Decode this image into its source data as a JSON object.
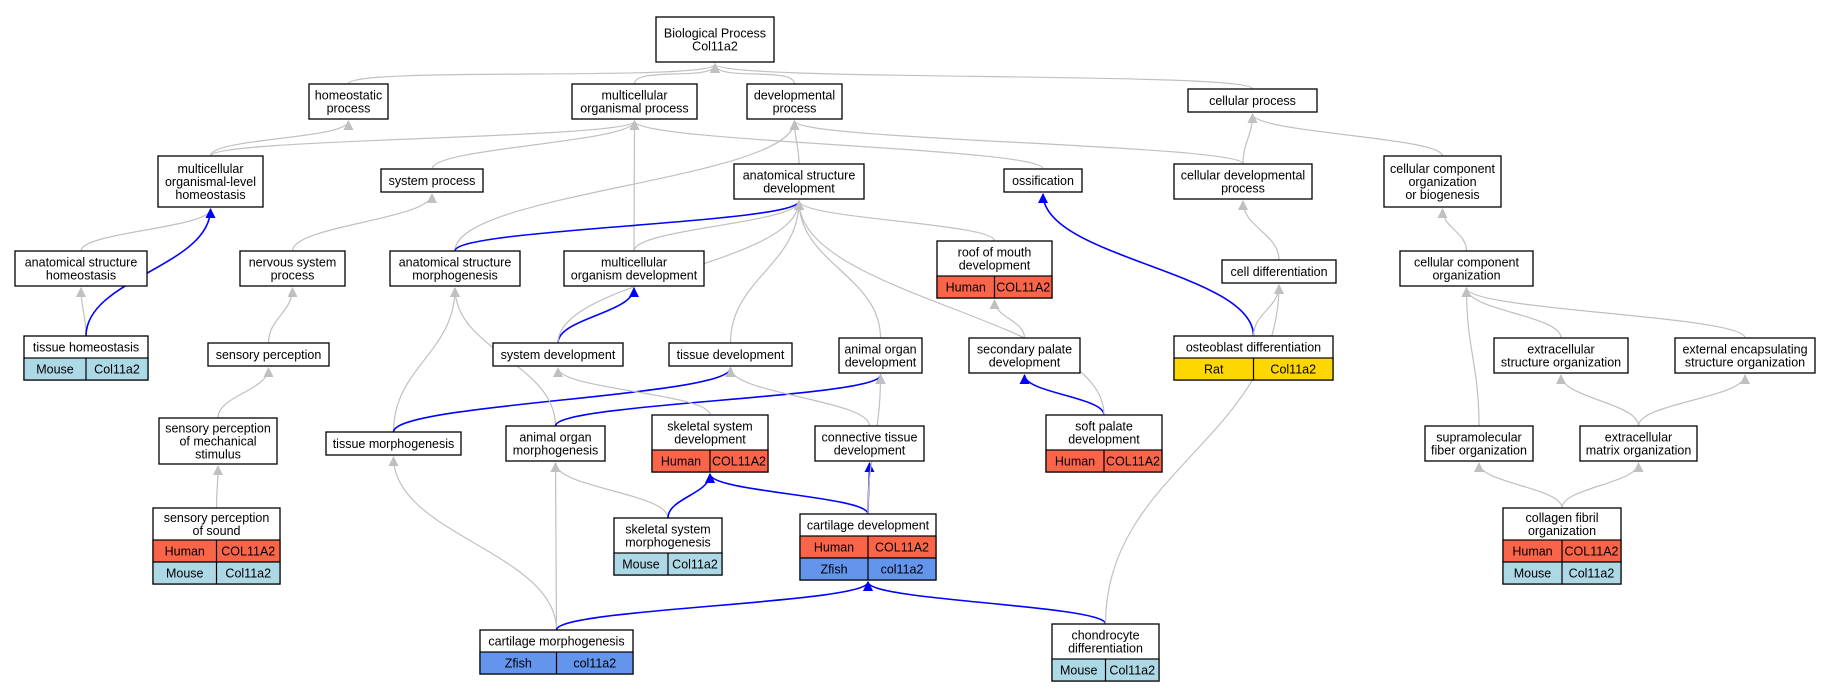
{
  "diagram": {
    "colors": {
      "human": "#fa6449",
      "mouse": "#add8e6",
      "rat": "#ffd700",
      "zfish": "#6495ed",
      "gray_edge": "#c0c0c0",
      "blue_edge": "#0000ff"
    },
    "nodes": [
      {
        "id": "bp",
        "lines": [
          "Biological Process",
          "Col11a2"
        ]
      },
      {
        "id": "homeostatic",
        "lines": [
          "homeostatic",
          "process"
        ]
      },
      {
        "id": "mcop",
        "lines": [
          "multicellular",
          "organismal process"
        ]
      },
      {
        "id": "devproc",
        "lines": [
          "developmental",
          "process"
        ]
      },
      {
        "id": "cellproc",
        "lines": [
          "cellular process"
        ]
      },
      {
        "id": "mcoh",
        "lines": [
          "multicellular",
          "organismal-level",
          "homeostasis"
        ]
      },
      {
        "id": "sysproc",
        "lines": [
          "system process"
        ]
      },
      {
        "id": "asd",
        "lines": [
          "anatomical structure",
          "development"
        ]
      },
      {
        "id": "ossif",
        "lines": [
          "ossification"
        ]
      },
      {
        "id": "celldevproc",
        "lines": [
          "cellular developmental",
          "process"
        ]
      },
      {
        "id": "ccob",
        "lines": [
          "cellular component",
          "organization",
          "or biogenesis"
        ]
      },
      {
        "id": "ash",
        "lines": [
          "anatomical structure",
          "homeostasis"
        ]
      },
      {
        "id": "nsp",
        "lines": [
          "nervous system",
          "process"
        ]
      },
      {
        "id": "asm",
        "lines": [
          "anatomical structure",
          "morphogenesis"
        ]
      },
      {
        "id": "mod",
        "lines": [
          "multicellular",
          "organism development"
        ]
      },
      {
        "id": "roof",
        "lines": [
          "roof of mouth",
          "development"
        ],
        "badges": [
          [
            "human",
            "Human",
            "COL11A2"
          ]
        ]
      },
      {
        "id": "celldiff",
        "lines": [
          "cell differentiation"
        ]
      },
      {
        "id": "cco",
        "lines": [
          "cellular component",
          "organization"
        ]
      },
      {
        "id": "tishom",
        "lines": [
          "tissue homeostasis"
        ],
        "badges": [
          [
            "mouse",
            "Mouse",
            "Col11a2"
          ]
        ]
      },
      {
        "id": "sensperc",
        "lines": [
          "sensory perception"
        ]
      },
      {
        "id": "sysdev",
        "lines": [
          "system development"
        ]
      },
      {
        "id": "tisdev",
        "lines": [
          "tissue development"
        ]
      },
      {
        "id": "aod",
        "lines": [
          "animal organ",
          "development"
        ]
      },
      {
        "id": "secpal",
        "lines": [
          "secondary palate",
          "development"
        ]
      },
      {
        "id": "osteo",
        "lines": [
          "osteoblast differentiation"
        ],
        "badges": [
          [
            "rat",
            "Rat",
            "Col11a2"
          ]
        ]
      },
      {
        "id": "eso",
        "lines": [
          "extracellular",
          "structure organization"
        ]
      },
      {
        "id": "eeso",
        "lines": [
          "external encapsulating",
          "structure organization"
        ]
      },
      {
        "id": "spms",
        "lines": [
          "sensory perception",
          "of mechanical",
          "stimulus"
        ]
      },
      {
        "id": "tismorph",
        "lines": [
          "tissue morphogenesis"
        ]
      },
      {
        "id": "aom",
        "lines": [
          "animal organ",
          "morphogenesis"
        ]
      },
      {
        "id": "ssd",
        "lines": [
          "skeletal system",
          "development"
        ],
        "badges": [
          [
            "human",
            "Human",
            "COL11A2"
          ]
        ]
      },
      {
        "id": "ctd",
        "lines": [
          "connective tissue",
          "development"
        ]
      },
      {
        "id": "softpal",
        "lines": [
          "soft palate",
          "development"
        ],
        "badges": [
          [
            "human",
            "Human",
            "COL11A2"
          ]
        ]
      },
      {
        "id": "sfo",
        "lines": [
          "supramolecular",
          "fiber organization"
        ]
      },
      {
        "id": "emo",
        "lines": [
          "extracellular",
          "matrix organization"
        ]
      },
      {
        "id": "sps",
        "lines": [
          "sensory perception",
          "of sound"
        ],
        "badges": [
          [
            "human",
            "Human",
            "COL11A2"
          ],
          [
            "mouse",
            "Mouse",
            "Col11a2"
          ]
        ]
      },
      {
        "id": "ssm",
        "lines": [
          "skeletal system",
          "morphogenesis"
        ],
        "badges": [
          [
            "mouse",
            "Mouse",
            "Col11a2"
          ]
        ]
      },
      {
        "id": "cartdev",
        "lines": [
          "cartilage development"
        ],
        "badges": [
          [
            "human",
            "Human",
            "COL11A2"
          ],
          [
            "zfish",
            "Zfish",
            "col11a2"
          ]
        ]
      },
      {
        "id": "cfo",
        "lines": [
          "collagen fibril",
          "organization"
        ],
        "badges": [
          [
            "human",
            "Human",
            "COL11A2"
          ],
          [
            "mouse",
            "Mouse",
            "Col11a2"
          ]
        ]
      },
      {
        "id": "cartmorph",
        "lines": [
          "cartilage morphogenesis"
        ],
        "badges": [
          [
            "zfish",
            "Zfish",
            "col11a2"
          ]
        ]
      },
      {
        "id": "chondro",
        "lines": [
          "chondrocyte",
          "differentiation"
        ],
        "badges": [
          [
            "mouse",
            "Mouse",
            "Col11a2"
          ]
        ]
      }
    ],
    "edges": [
      {
        "from": "homeostatic",
        "to": "bp",
        "c": "gray"
      },
      {
        "from": "mcop",
        "to": "bp",
        "c": "gray"
      },
      {
        "from": "devproc",
        "to": "bp",
        "c": "gray"
      },
      {
        "from": "cellproc",
        "to": "bp",
        "c": "gray"
      },
      {
        "from": "mcoh",
        "to": "homeostatic",
        "c": "gray"
      },
      {
        "from": "mcoh",
        "to": "mcop",
        "c": "gray"
      },
      {
        "from": "sysproc",
        "to": "mcop",
        "c": "gray"
      },
      {
        "from": "ossif",
        "to": "mcop",
        "c": "gray"
      },
      {
        "from": "asd",
        "to": "devproc",
        "c": "gray"
      },
      {
        "from": "celldevproc",
        "to": "devproc",
        "c": "gray"
      },
      {
        "from": "celldevproc",
        "to": "cellproc",
        "c": "gray"
      },
      {
        "from": "ccob",
        "to": "cellproc",
        "c": "gray"
      },
      {
        "from": "ash",
        "to": "mcoh",
        "c": "gray"
      },
      {
        "from": "nsp",
        "to": "sysproc",
        "c": "gray"
      },
      {
        "from": "asm",
        "to": "devproc",
        "c": "gray"
      },
      {
        "from": "mod",
        "to": "mcop",
        "c": "gray"
      },
      {
        "from": "mod",
        "to": "asd",
        "c": "gray"
      },
      {
        "from": "roof",
        "to": "asd",
        "c": "gray"
      },
      {
        "from": "celldiff",
        "to": "celldevproc",
        "c": "gray"
      },
      {
        "from": "cco",
        "to": "ccob",
        "c": "gray"
      },
      {
        "from": "tishom",
        "to": "ash",
        "c": "gray"
      },
      {
        "from": "tishom",
        "to": "mcoh",
        "c": "blue"
      },
      {
        "from": "sensperc",
        "to": "nsp",
        "c": "gray"
      },
      {
        "from": "asm",
        "to": "asd",
        "c": "blue"
      },
      {
        "from": "sysdev",
        "to": "mod",
        "c": "blue"
      },
      {
        "from": "sysdev",
        "to": "asd",
        "c": "gray"
      },
      {
        "from": "tisdev",
        "to": "asd",
        "c": "gray"
      },
      {
        "from": "aod",
        "to": "asd",
        "c": "gray"
      },
      {
        "from": "secpal",
        "to": "roof",
        "c": "gray"
      },
      {
        "from": "osteo",
        "to": "ossif",
        "c": "blue"
      },
      {
        "from": "osteo",
        "to": "celldiff",
        "c": "gray"
      },
      {
        "from": "eso",
        "to": "cco",
        "c": "gray"
      },
      {
        "from": "eeso",
        "to": "cco",
        "c": "gray"
      },
      {
        "from": "spms",
        "to": "sensperc",
        "c": "gray"
      },
      {
        "from": "tismorph",
        "to": "asm",
        "c": "gray"
      },
      {
        "from": "tismorph",
        "to": "tisdev",
        "c": "blue"
      },
      {
        "from": "aom",
        "to": "asm",
        "c": "gray"
      },
      {
        "from": "aom",
        "to": "aod",
        "c": "blue"
      },
      {
        "from": "ssd",
        "to": "sysdev",
        "c": "gray"
      },
      {
        "from": "ctd",
        "to": "tisdev",
        "c": "gray"
      },
      {
        "from": "softpal",
        "to": "secpal",
        "c": "blue"
      },
      {
        "from": "softpal",
        "to": "asd",
        "c": "gray"
      },
      {
        "from": "sfo",
        "to": "cco",
        "c": "gray"
      },
      {
        "from": "emo",
        "to": "eso",
        "c": "gray"
      },
      {
        "from": "emo",
        "to": "eeso",
        "c": "gray"
      },
      {
        "from": "sps",
        "to": "spms",
        "c": "gray"
      },
      {
        "from": "ssm",
        "to": "aom",
        "c": "gray"
      },
      {
        "from": "ssm",
        "to": "ssd",
        "c": "blue"
      },
      {
        "from": "cartdev",
        "to": "ssd",
        "c": "blue"
      },
      {
        "from": "cartdev",
        "to": "ctd",
        "c": "blue"
      },
      {
        "from": "cartdev",
        "to": "aod",
        "c": "gray"
      },
      {
        "from": "cfo",
        "to": "sfo",
        "c": "gray"
      },
      {
        "from": "cfo",
        "to": "emo",
        "c": "gray"
      },
      {
        "from": "cartmorph",
        "to": "tismorph",
        "c": "gray"
      },
      {
        "from": "cartmorph",
        "to": "aom",
        "c": "gray"
      },
      {
        "from": "cartmorph",
        "to": "cartdev",
        "c": "blue"
      },
      {
        "from": "chondro",
        "to": "cartdev",
        "c": "blue"
      },
      {
        "from": "chondro",
        "to": "celldiff",
        "c": "gray"
      }
    ]
  }
}
